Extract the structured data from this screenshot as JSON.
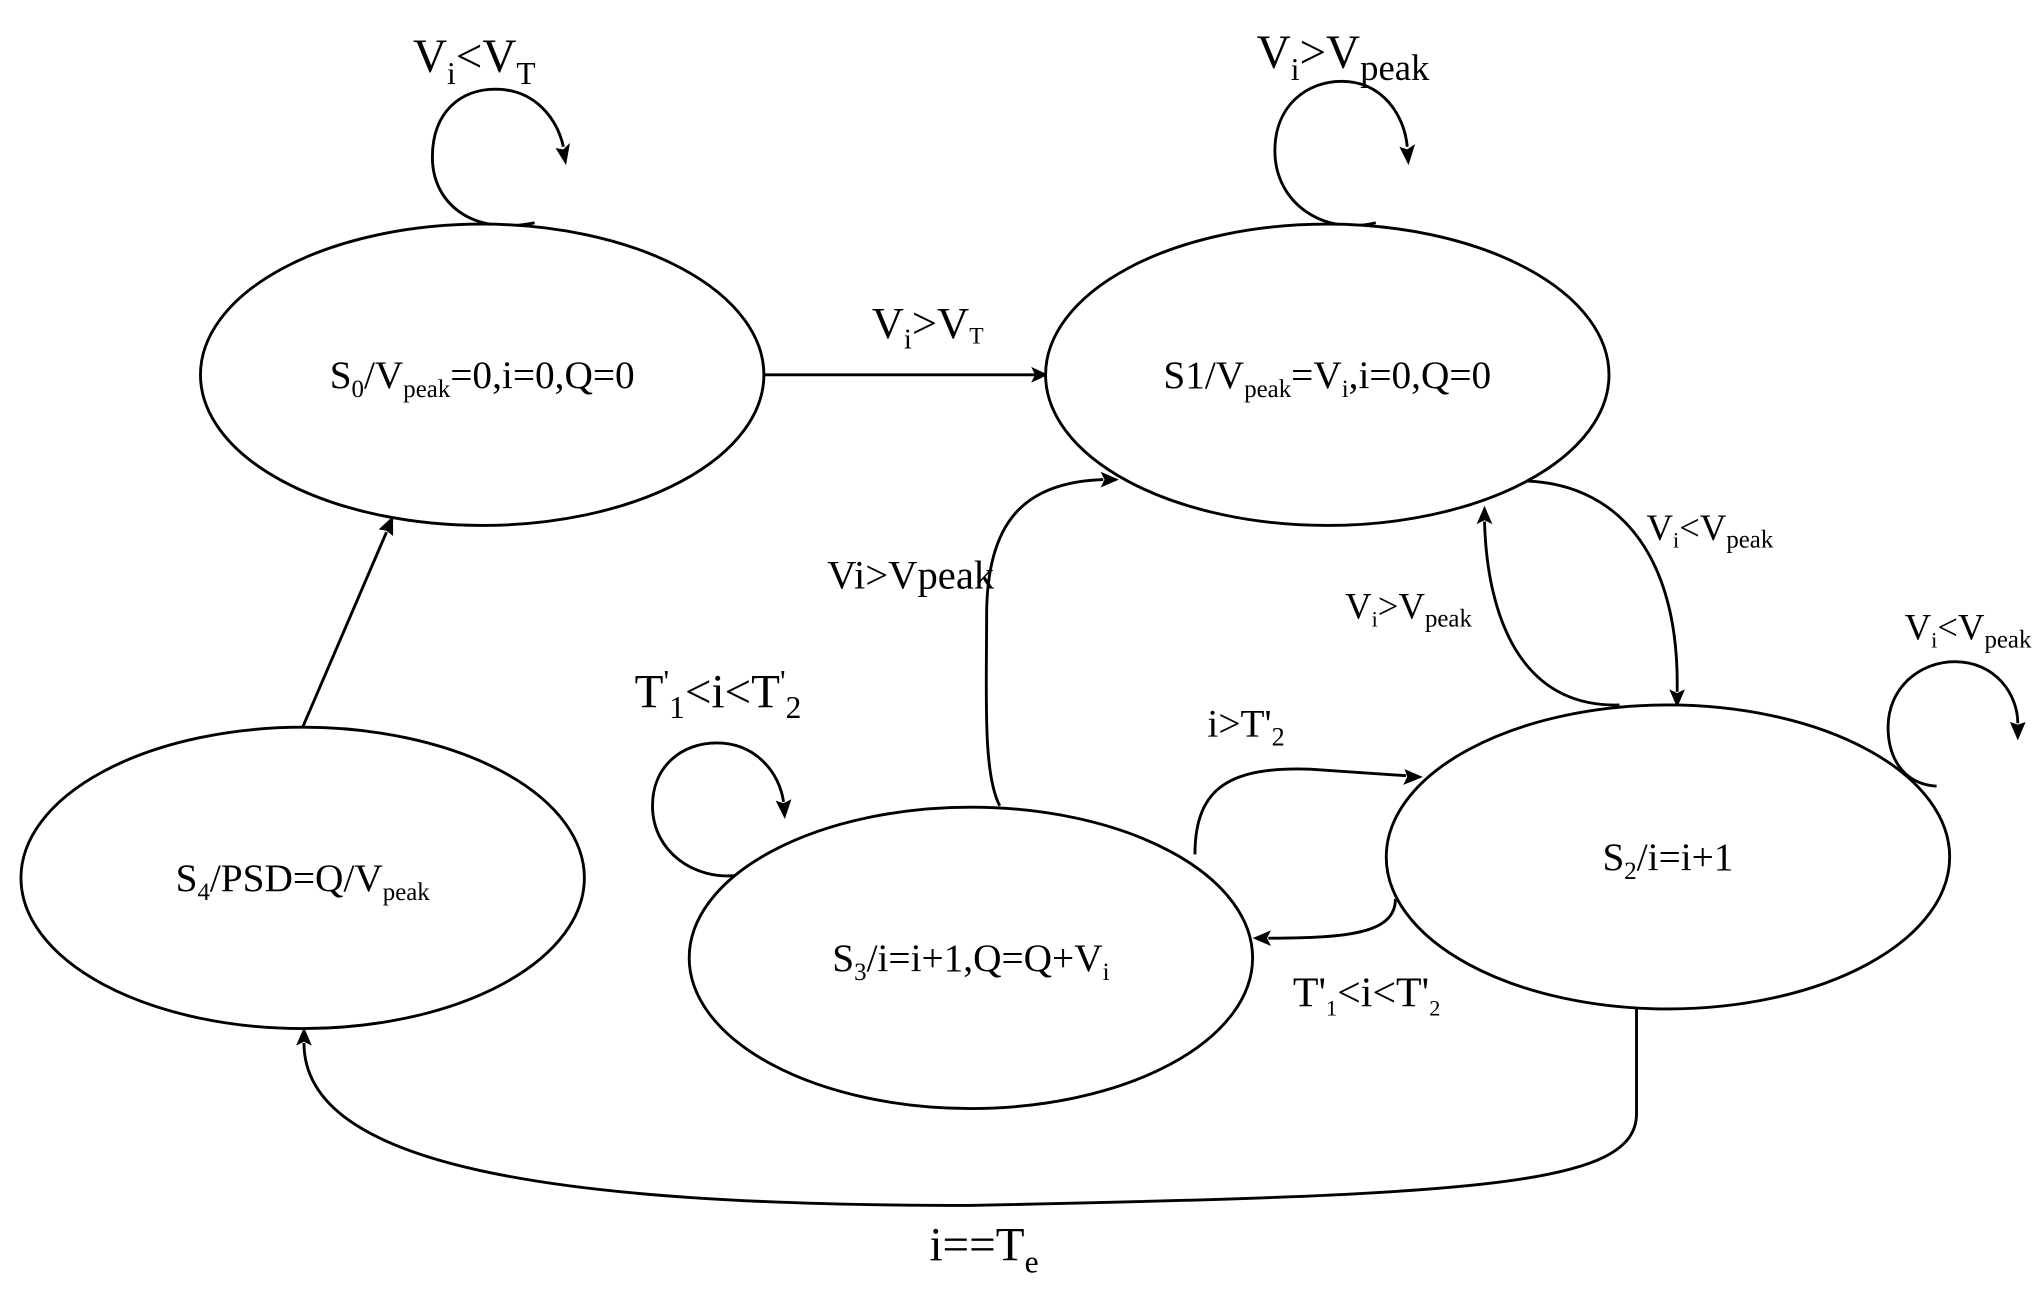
{
  "diagram": {
    "type": "state-machine",
    "colors": {
      "stroke": "#000000",
      "background": "#ffffff"
    },
    "states": [
      {
        "id": "S0",
        "label": "S0/Vpeak=0,i=0,Q=0"
      },
      {
        "id": "S1",
        "label": "S1/Vpeak=Vi,i=0,Q=0"
      },
      {
        "id": "S2",
        "label": "S2/i=i+1"
      },
      {
        "id": "S3",
        "label": "S3/i=i+1,Q=Q+Vi"
      },
      {
        "id": "S4",
        "label": "S4/PSD=Q/Vpeak"
      }
    ],
    "transitions": [
      {
        "from": "S0",
        "to": "S0",
        "label": "Vi<VT"
      },
      {
        "from": "S0",
        "to": "S1",
        "label": "Vi>VT"
      },
      {
        "from": "S1",
        "to": "S1",
        "label": "Vi>Vpeak"
      },
      {
        "from": "S1",
        "to": "S2",
        "label": "Vi<Vpeak"
      },
      {
        "from": "S2",
        "to": "S1",
        "label": "Vi>Vpeak"
      },
      {
        "from": "S2",
        "to": "S2",
        "label": "Vi<Vpeak"
      },
      {
        "from": "S3",
        "to": "S2",
        "label": "i>T'2"
      },
      {
        "from": "S2",
        "to": "S3",
        "label": "T'1<i<T'2"
      },
      {
        "from": "S3",
        "to": "S3",
        "label": "T'1<i<T'2"
      },
      {
        "from": "S3",
        "to": "S1",
        "label": "Vi>Vpeak"
      },
      {
        "from": "S2",
        "to": "S4",
        "label": "i==Te"
      },
      {
        "from": "S4",
        "to": "S0",
        "label": ""
      }
    ]
  }
}
